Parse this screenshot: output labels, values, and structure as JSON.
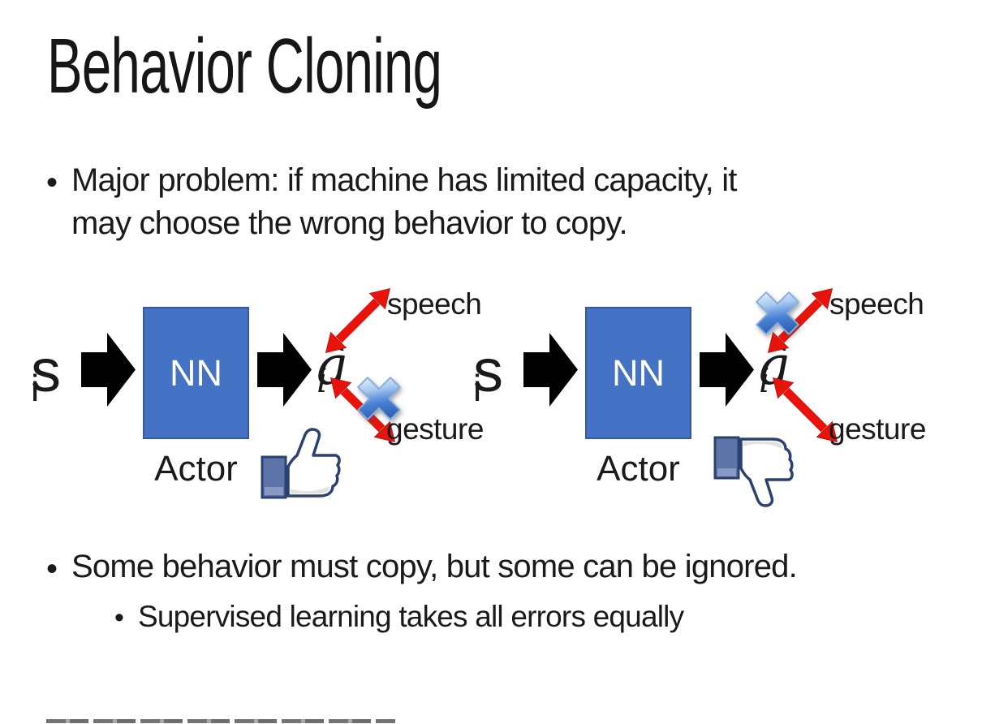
{
  "slide_title": "Behavior Cloning",
  "bullets": {
    "glyph": "•",
    "b1_line1": "Major problem: if machine has limited capacity, it",
    "b1_line2": "may choose the wrong behavior to copy.",
    "b2": "Some behavior must copy, but some can be ignored.",
    "b2_sub": "Supervised learning takes all errors equally"
  },
  "diagram_left": {
    "input_var": "s",
    "input_sub": "i",
    "nn_label": "NN",
    "caption": "Actor",
    "output_var": "â",
    "output_sub": "i",
    "branch_top_label": "speech",
    "branch_bottom_label": "gesture",
    "crossed_branch": "gesture",
    "verdict_icon": "thumbs-up"
  },
  "diagram_right": {
    "input_var": "s",
    "input_sub": "i",
    "nn_label": "NN",
    "caption": "Actor",
    "output_var": "â",
    "output_sub": "i",
    "branch_top_label": "speech",
    "branch_bottom_label": "gesture",
    "crossed_branch": "speech",
    "verdict_icon": "thumbs-down"
  },
  "colors": {
    "background": "#FFFFFF",
    "text": "#1A1A1A",
    "nn_box_fill": "#4472C4",
    "nn_box_border": "#35589E",
    "nn_box_text": "#FFFFFF",
    "black_arrow": "#000000",
    "red_arrow": "#E8140C",
    "cross_blue_dark": "#2E63B7",
    "cross_blue_light": "#E9F3FC",
    "thumb_outline": "#2C4170",
    "thumb_cuff_fill": "#5D74A8"
  }
}
